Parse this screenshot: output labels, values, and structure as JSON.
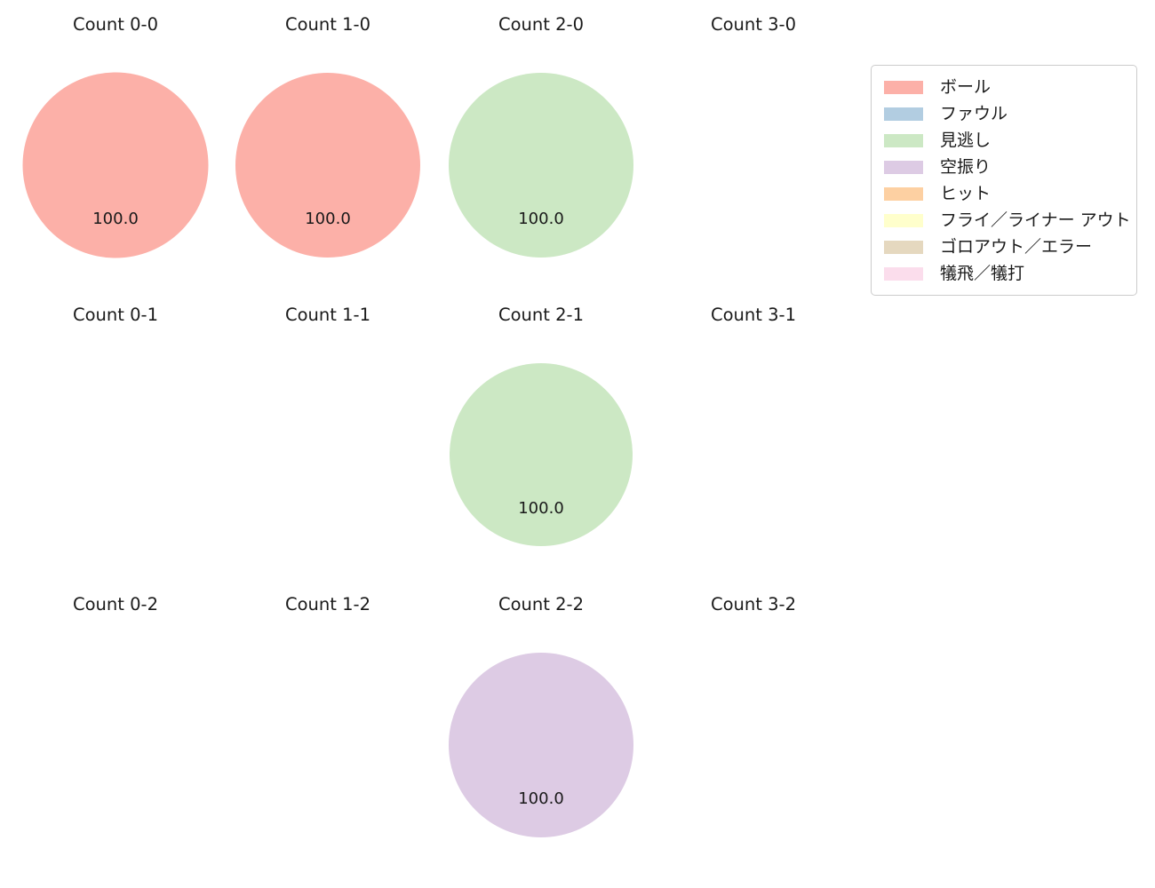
{
  "chart_data": {
    "type": "scatter",
    "title": "",
    "subtitle": "",
    "xlabel": "",
    "ylabel": "",
    "layout": {
      "rows": 3,
      "columns": 4,
      "legend_position": "top-right",
      "grid": false,
      "value_suffix": ""
    },
    "categories": [
      "Count 0-0",
      "Count 1-0",
      "Count 2-0",
      "Count 3-0",
      "Count 0-1",
      "Count 1-1",
      "Count 2-1",
      "Count 3-1",
      "Count 0-2",
      "Count 1-2",
      "Count 2-2",
      "Count 3-2"
    ],
    "series": [
      {
        "name": "ボール",
        "color": "#fcb0a8"
      },
      {
        "name": "ファウル",
        "color": "#b2cde1"
      },
      {
        "name": "見逃し",
        "color": "#cce8c4"
      },
      {
        "name": "空振り",
        "color": "#ddcbe4"
      },
      {
        "name": "ヒット",
        "color": "#fdd0a2"
      },
      {
        "name": "フライ／ライナー アウト",
        "color": "#ffffcc"
      },
      {
        "name": "ゴロアウト／エラー",
        "color": "#e5d8bf"
      },
      {
        "name": "犠飛／犠打",
        "color": "#fbddec"
      }
    ],
    "points": [
      {
        "count": "Count 0-0",
        "category": "ボール",
        "value": 100.0,
        "label": "100.0",
        "color": "#fcb0a8",
        "diameter": 209
      },
      {
        "count": "Count 1-0",
        "category": "ボール",
        "value": 100.0,
        "label": "100.0",
        "color": "#fcb0a8",
        "diameter": 208
      },
      {
        "count": "Count 2-0",
        "category": "見逃し",
        "value": 100.0,
        "label": "100.0",
        "color": "#cce8c4",
        "diameter": 208
      },
      {
        "count": "Count 2-1",
        "category": "見逃し",
        "value": 100.0,
        "label": "100.0",
        "color": "#cce8c4",
        "diameter": 206
      },
      {
        "count": "Count 2-2",
        "category": "空振り",
        "value": 100.0,
        "label": "100.0",
        "color": "#ddcbe4",
        "diameter": 208
      }
    ]
  },
  "panels": [
    {
      "id": "count-0-0",
      "title": "Count 0-0",
      "has_bubble": true,
      "bubble": {
        "label": "100.0",
        "color": "#fcb0a8",
        "diameter": 209,
        "category": "ボール"
      }
    },
    {
      "id": "count-1-0",
      "title": "Count 1-0",
      "has_bubble": true,
      "bubble": {
        "label": "100.0",
        "color": "#fcb0a8",
        "diameter": 208,
        "category": "ボール"
      }
    },
    {
      "id": "count-2-0",
      "title": "Count 2-0",
      "has_bubble": true,
      "bubble": {
        "label": "100.0",
        "color": "#cce8c4",
        "diameter": 208,
        "category": "見逃し"
      }
    },
    {
      "id": "count-3-0",
      "title": "Count 3-0",
      "has_bubble": false,
      "bubble": null
    },
    {
      "id": "count-0-1",
      "title": "Count 0-1",
      "has_bubble": false,
      "bubble": null
    },
    {
      "id": "count-1-1",
      "title": "Count 1-1",
      "has_bubble": false,
      "bubble": null
    },
    {
      "id": "count-2-1",
      "title": "Count 2-1",
      "has_bubble": true,
      "bubble": {
        "label": "100.0",
        "color": "#cce8c4",
        "diameter": 206,
        "category": "見逃し"
      }
    },
    {
      "id": "count-3-1",
      "title": "Count 3-1",
      "has_bubble": false,
      "bubble": null
    },
    {
      "id": "count-0-2",
      "title": "Count 0-2",
      "has_bubble": false,
      "bubble": null
    },
    {
      "id": "count-1-2",
      "title": "Count 1-2",
      "has_bubble": false,
      "bubble": null
    },
    {
      "id": "count-2-2",
      "title": "Count 2-2",
      "has_bubble": true,
      "bubble": {
        "label": "100.0",
        "color": "#ddcbe4",
        "diameter": 208,
        "category": "空振り"
      }
    },
    {
      "id": "count-3-2",
      "title": "Count 3-2",
      "has_bubble": false,
      "bubble": null
    }
  ],
  "legend": {
    "items": [
      {
        "label": "ボール",
        "color": "#fcb0a8"
      },
      {
        "label": "ファウル",
        "color": "#b2cde1"
      },
      {
        "label": "見逃し",
        "color": "#cce8c4"
      },
      {
        "label": "空振り",
        "color": "#ddcbe4"
      },
      {
        "label": "ヒット",
        "color": "#fdd0a2"
      },
      {
        "label": "フライ／ライナー アウト",
        "color": "#ffffcc"
      },
      {
        "label": "ゴロアウト／エラー",
        "color": "#e5d8bf"
      },
      {
        "label": "犠飛／犠打",
        "color": "#fbddec"
      }
    ]
  }
}
